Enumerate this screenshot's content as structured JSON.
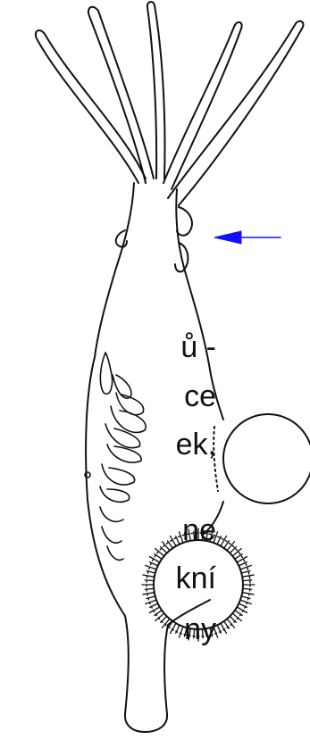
{
  "figure": {
    "text_lines": [
      "ů -",
      "ce",
      "ek,",
      "ne",
      "kní",
      "ny"
    ],
    "arrow_color": "#1010ff",
    "stroke_color": "#111111"
  }
}
